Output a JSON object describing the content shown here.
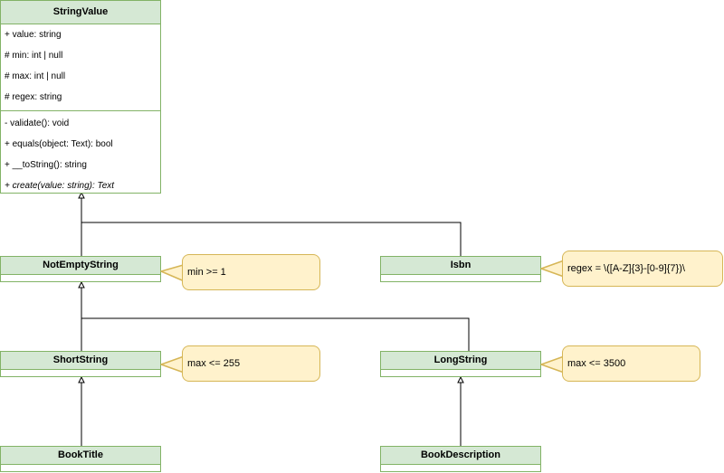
{
  "colors": {
    "class_fill": "#d5e8d4",
    "class_border": "#82b366",
    "note_fill": "#fff2cc",
    "note_border": "#d6b656",
    "line": "#000000"
  },
  "classes": {
    "string_value": {
      "name": "StringValue",
      "attributes": [
        "+ value: string",
        "# min: int | null",
        "# max: int | null",
        "# regex: string"
      ],
      "methods": [
        "- validate(): void",
        "+ equals(object: Text): bool",
        "+ __toString(): string",
        "+ create(value: string): Text"
      ]
    },
    "not_empty_string": {
      "name": "NotEmptyString"
    },
    "isbn": {
      "name": "Isbn"
    },
    "short_string": {
      "name": "ShortString"
    },
    "long_string": {
      "name": "LongString"
    },
    "book_title": {
      "name": "BookTitle"
    },
    "book_description": {
      "name": "BookDescription"
    }
  },
  "notes": {
    "not_empty_string": "min >= 1",
    "isbn": "regex = \\([A-Z]{3}-[0-9]{7})\\",
    "short_string": "max <= 255",
    "long_string": "max <= 3500"
  }
}
